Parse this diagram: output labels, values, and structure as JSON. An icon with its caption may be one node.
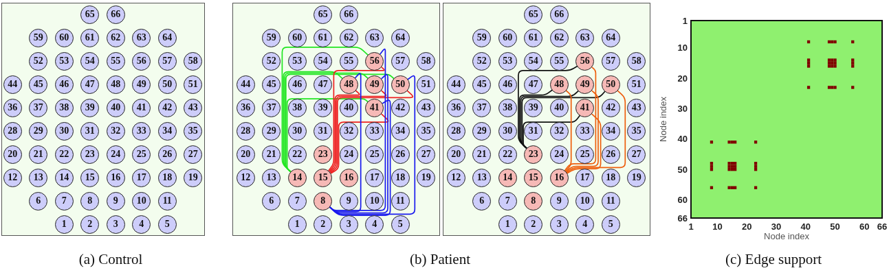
{
  "diagram": {
    "nodes": [
      {
        "text": [],
        "shape": "box"
      },
      {
        "text": [
          "65"
        ],
        "in": 0
      },
      {
        "text": [
          "66"
        ],
        "in": 0
      },
      {
        "text": [
          "59"
        ],
        "in": 0
      },
      {
        "text": [
          "60"
        ],
        "in": 0
      },
      {
        "text": [
          "61"
        ],
        "in": 0
      },
      {
        "text": [
          "62"
        ],
        "in": 0
      },
      {
        "text": [
          "63"
        ],
        "in": 0
      },
      {
        "text": [
          "64"
        ],
        "in": 0
      },
      {
        "text": [
          "52"
        ],
        "in": 0
      },
      {
        "text": [
          "53"
        ],
        "in": 0
      },
      {
        "text": [
          "54"
        ],
        "in": 0
      },
      {
        "text": [
          "55"
        ],
        "in": 0
      },
      {
        "text": [
          "56"
        ],
        "in": 0
      },
      {
        "text": [
          "57"
        ],
        "in": 0
      },
      {
        "text": [
          "58"
        ],
        "in": 0
      },
      {
        "text": [
          "44"
        ],
        "in": 0
      },
      {
        "text": [
          "45"
        ],
        "in": 0
      },
      {
        "text": [
          "46"
        ],
        "in": 0
      },
      {
        "text": [
          "47"
        ],
        "in": 0
      },
      {
        "text": [
          "48"
        ],
        "in": 0
      },
      {
        "text": [
          "49"
        ],
        "in": 0
      },
      {
        "text": [
          "50"
        ],
        "in": 0
      },
      {
        "text": [
          "51"
        ],
        "in": 0
      },
      {
        "text": [
          "36"
        ],
        "in": 0
      },
      {
        "text": [
          "37"
        ],
        "in": 0
      },
      {
        "text": [
          "38"
        ],
        "in": 0
      },
      {
        "text": [
          "39"
        ],
        "in": 0
      },
      {
        "text": [
          "40"
        ],
        "in": 0
      },
      {
        "text": [
          "41"
        ],
        "in": 0
      },
      {
        "text": [
          "42"
        ],
        "in": 0
      },
      {
        "text": [
          "43"
        ],
        "in": 0
      },
      {
        "text": [
          "28"
        ],
        "in": 0
      },
      {
        "text": [
          "29"
        ],
        "in": 0
      },
      {
        "text": [
          "30"
        ],
        "in": 0
      },
      {
        "text": [
          "31"
        ],
        "in": 0
      },
      {
        "text": [
          "32"
        ],
        "in": 0
      },
      {
        "text": [
          "33"
        ],
        "in": 0
      },
      {
        "text": [
          "34"
        ],
        "in": 0
      },
      {
        "text": [
          "35"
        ],
        "in": 0
      },
      {
        "text": [
          "20"
        ],
        "in": 0
      },
      {
        "text": [
          "21"
        ],
        "in": 0
      },
      {
        "text": [
          "22"
        ],
        "in": 0
      },
      {
        "text": [
          "23"
        ],
        "in": 0
      },
      {
        "text": [
          "24"
        ],
        "in": 0
      },
      {
        "text": [
          "25"
        ],
        "in": 0
      },
      {
        "text": [
          "26"
        ],
        "in": 0
      },
      {
        "text": [
          "27"
        ],
        "in": 0
      },
      {
        "text": [
          "12"
        ],
        "in": 0
      },
      {
        "text": [
          "13"
        ],
        "in": 0
      },
      {
        "text": [
          "14"
        ],
        "in": 0
      },
      {
        "text": [
          "15"
        ],
        "in": 0
      },
      {
        "text": [
          "16"
        ],
        "in": 0
      },
      {
        "text": [
          "17"
        ],
        "in": 0
      },
      {
        "text": [
          "18"
        ],
        "in": 0
      },
      {
        "text": [
          "19"
        ],
        "in": 0
      },
      {
        "text": [
          "6"
        ],
        "in": 0
      },
      {
        "text": [
          "7"
        ],
        "in": 0
      },
      {
        "text": [
          "8"
        ],
        "in": 0
      },
      {
        "text": [
          "9"
        ],
        "in": 0
      },
      {
        "text": [
          "10"
        ],
        "in": 0
      },
      {
        "text": [
          "11"
        ],
        "in": 0
      },
      {
        "text": [
          "1"
        ],
        "in": 0
      },
      {
        "text": [
          "2"
        ],
        "in": 0
      },
      {
        "text": [
          "3"
        ],
        "in": 0
      },
      {
        "text": [
          "4"
        ],
        "in": 0
      },
      {
        "text": [
          "5"
        ],
        "in": 0
      },
      {
        "text": [],
        "shape": "box"
      },
      {
        "text": [
          "65"
        ],
        "in": 67
      },
      {
        "text": [
          "66"
        ],
        "in": 67
      },
      {
        "text": [
          "59"
        ],
        "in": 67
      },
      {
        "text": [
          "60"
        ],
        "in": 67
      },
      {
        "text": [
          "61"
        ],
        "in": 67
      },
      {
        "text": [
          "62"
        ],
        "in": 67
      },
      {
        "text": [
          "63"
        ],
        "in": 67
      },
      {
        "text": [
          "64"
        ],
        "in": 67
      },
      {
        "text": [
          "52"
        ],
        "in": 67
      },
      {
        "text": [
          "53"
        ],
        "in": 67
      },
      {
        "text": [
          "54"
        ],
        "in": 67
      },
      {
        "text": [
          "55"
        ],
        "in": 67
      },
      {
        "text": [
          "56"
        ],
        "in": 67
      },
      {
        "text": [
          "57"
        ],
        "in": 67
      },
      {
        "text": [
          "58"
        ],
        "in": 67
      },
      {
        "text": [
          "44"
        ],
        "in": 67
      },
      {
        "text": [
          "45"
        ],
        "in": 67
      },
      {
        "text": [
          "46"
        ],
        "in": 67
      },
      {
        "text": [
          "47"
        ],
        "in": 67
      },
      {
        "text": [
          "48"
        ],
        "in": 67
      },
      {
        "text": [
          "49"
        ],
        "in": 67
      },
      {
        "text": [
          "50"
        ],
        "in": 67
      },
      {
        "text": [
          "51"
        ],
        "in": 67
      },
      {
        "text": [
          "36"
        ],
        "in": 67
      },
      {
        "text": [
          "37"
        ],
        "in": 67
      },
      {
        "text": [
          "38"
        ],
        "in": 67
      },
      {
        "text": [
          "39"
        ],
        "in": 67
      },
      {
        "text": [
          "40"
        ],
        "in": 67
      },
      {
        "text": [
          "41"
        ],
        "in": 67
      },
      {
        "text": [
          "42"
        ],
        "in": 67
      },
      {
        "text": [
          "43"
        ],
        "in": 67
      },
      {
        "text": [
          "28"
        ],
        "in": 67
      },
      {
        "text": [
          "29"
        ],
        "in": 67
      },
      {
        "text": [
          "30"
        ],
        "in": 67
      },
      {
        "text": [
          "31"
        ],
        "in": 67
      },
      {
        "text": [
          "32"
        ],
        "in": 67
      },
      {
        "text": [
          "33"
        ],
        "in": 67
      },
      {
        "text": [
          "34"
        ],
        "in": 67
      },
      {
        "text": [
          "35"
        ],
        "in": 67
      },
      {
        "text": [
          "20"
        ],
        "in": 67
      },
      {
        "text": [
          "21"
        ],
        "in": 67
      },
      {
        "text": [
          "22"
        ],
        "in": 67
      },
      {
        "text": [
          "23"
        ],
        "in": 67
      },
      {
        "text": [
          "24"
        ],
        "in": 67
      },
      {
        "text": [
          "25"
        ],
        "in": 67
      },
      {
        "text": [
          "26"
        ],
        "in": 67
      },
      {
        "text": [
          "27"
        ],
        "in": 67
      },
      {
        "text": [
          "12"
        ],
        "in": 67
      },
      {
        "text": [
          "13"
        ],
        "in": 67
      },
      {
        "text": [
          "14"
        ],
        "in": 67
      },
      {
        "text": [
          "15"
        ],
        "in": 67
      },
      {
        "text": [
          "16"
        ],
        "in": 67
      },
      {
        "text": [
          "17"
        ],
        "in": 67
      },
      {
        "text": [
          "18"
        ],
        "in": 67
      },
      {
        "text": [
          "19"
        ],
        "in": 67
      },
      {
        "text": [
          "6"
        ],
        "in": 67
      },
      {
        "text": [
          "7"
        ],
        "in": 67
      },
      {
        "text": [
          "8"
        ],
        "in": 67
      },
      {
        "text": [
          "9"
        ],
        "in": 67
      },
      {
        "text": [
          "10"
        ],
        "in": 67
      },
      {
        "text": [
          "11"
        ],
        "in": 67
      },
      {
        "text": [
          "1"
        ],
        "in": 67
      },
      {
        "text": [
          "2"
        ],
        "in": 67
      },
      {
        "text": [
          "3"
        ],
        "in": 67
      },
      {
        "text": [
          "4"
        ],
        "in": 67
      },
      {
        "text": [
          "5"
        ],
        "in": 67
      },
      {
        "text": [],
        "shape": "box"
      },
      {
        "text": [
          "65"
        ],
        "in": 134
      },
      {
        "text": [
          "66"
        ],
        "in": 134
      },
      {
        "text": [
          "59"
        ],
        "in": 134
      },
      {
        "text": [
          "60"
        ],
        "in": 134
      },
      {
        "text": [
          "61"
        ],
        "in": 134
      },
      {
        "text": [
          "62"
        ],
        "in": 134
      },
      {
        "text": [
          "63"
        ],
        "in": 134
      },
      {
        "text": [
          "64"
        ],
        "in": 134
      },
      {
        "text": [
          "52"
        ],
        "in": 134
      },
      {
        "text": [
          "53"
        ],
        "in": 134
      },
      {
        "text": [
          "54"
        ],
        "in": 134
      },
      {
        "text": [
          "55"
        ],
        "in": 134
      },
      {
        "text": [
          "56"
        ],
        "in": 134
      },
      {
        "text": [
          "57"
        ],
        "in": 134
      },
      {
        "text": [
          "58"
        ],
        "in": 134
      },
      {
        "text": [
          "44"
        ],
        "in": 134
      },
      {
        "text": [
          "45"
        ],
        "in": 134
      },
      {
        "text": [
          "46"
        ],
        "in": 134
      },
      {
        "text": [
          "47"
        ],
        "in": 134
      },
      {
        "text": [
          "48"
        ],
        "in": 134
      },
      {
        "text": [
          "49"
        ],
        "in": 134
      },
      {
        "text": [
          "50"
        ],
        "in": 134
      },
      {
        "text": [
          "51"
        ],
        "in": 134
      },
      {
        "text": [
          "36"
        ],
        "in": 134
      },
      {
        "text": [
          "37"
        ],
        "in": 134
      },
      {
        "text": [
          "38"
        ],
        "in": 134
      },
      {
        "text": [
          "39"
        ],
        "in": 134
      },
      {
        "text": [
          "40"
        ],
        "in": 134
      },
      {
        "text": [
          "41"
        ],
        "in": 134
      },
      {
        "text": [
          "42"
        ],
        "in": 134
      },
      {
        "text": [
          "43"
        ],
        "in": 134
      },
      {
        "text": [
          "28"
        ],
        "in": 134
      },
      {
        "text": [
          "29"
        ],
        "in": 134
      },
      {
        "text": [
          "30"
        ],
        "in": 134
      },
      {
        "text": [
          "31"
        ],
        "in": 134
      },
      {
        "text": [
          "32"
        ],
        "in": 134
      },
      {
        "text": [
          "33"
        ],
        "in": 134
      },
      {
        "text": [
          "34"
        ],
        "in": 134
      },
      {
        "text": [
          "35"
        ],
        "in": 134
      },
      {
        "text": [
          "20"
        ],
        "in": 134
      },
      {
        "text": [
          "21"
        ],
        "in": 134
      },
      {
        "text": [
          "22"
        ],
        "in": 134
      },
      {
        "text": [
          "23"
        ],
        "in": 134
      },
      {
        "text": [
          "24"
        ],
        "in": 134
      },
      {
        "text": [
          "25"
        ],
        "in": 134
      },
      {
        "text": [
          "26"
        ],
        "in": 134
      },
      {
        "text": [
          "27"
        ],
        "in": 134
      },
      {
        "text": [
          "12"
        ],
        "in": 134
      },
      {
        "text": [
          "13"
        ],
        "in": 134
      },
      {
        "text": [
          "14"
        ],
        "in": 134
      },
      {
        "text": [
          "15"
        ],
        "in": 134
      },
      {
        "text": [
          "16"
        ],
        "in": 134
      },
      {
        "text": [
          "17"
        ],
        "in": 134
      },
      {
        "text": [
          "18"
        ],
        "in": 134
      },
      {
        "text": [
          "19"
        ],
        "in": 134
      },
      {
        "text": [
          "6"
        ],
        "in": 134
      },
      {
        "text": [
          "7"
        ],
        "in": 134
      },
      {
        "text": [
          "8"
        ],
        "in": 134
      },
      {
        "text": [
          "9"
        ],
        "in": 134
      },
      {
        "text": [
          "10"
        ],
        "in": 134
      },
      {
        "text": [
          "11"
        ],
        "in": 134
      },
      {
        "text": [
          "1"
        ],
        "in": 134
      },
      {
        "text": [
          "2"
        ],
        "in": 134
      },
      {
        "text": [
          "3"
        ],
        "in": 134
      },
      {
        "text": [
          "4"
        ],
        "in": 134
      },
      {
        "text": [
          "5"
        ],
        "in": 134
      }
    ],
    "edges": [
      {
        "from": 117,
        "to": 80,
        "arrow": "none",
        "color": "#22e622"
      },
      {
        "from": 117,
        "to": 87,
        "arrow": "none",
        "color": "#22e622"
      },
      {
        "from": 117,
        "to": 88,
        "arrow": "none",
        "color": "#22e622"
      },
      {
        "from": 117,
        "to": 89,
        "arrow": "none",
        "color": "#22e622"
      },
      {
        "from": 117,
        "to": 96,
        "arrow": "none",
        "color": "#22e622"
      },
      {
        "from": 118,
        "to": 80,
        "arrow": "none",
        "color": "#ee2020"
      },
      {
        "from": 118,
        "to": 87,
        "arrow": "none",
        "color": "#ee2020"
      },
      {
        "from": 118,
        "to": 88,
        "arrow": "none",
        "color": "#ee2020"
      },
      {
        "from": 118,
        "to": 89,
        "arrow": "none",
        "color": "#ee2020"
      },
      {
        "from": 118,
        "to": 96,
        "arrow": "none",
        "color": "#ee2020"
      },
      {
        "from": 125,
        "to": 80,
        "arrow": "none",
        "color": "#1a1aee"
      },
      {
        "from": 125,
        "to": 87,
        "arrow": "none",
        "color": "#1a1aee"
      },
      {
        "from": 125,
        "to": 88,
        "arrow": "none",
        "color": "#1a1aee"
      },
      {
        "from": 125,
        "to": 89,
        "arrow": "none",
        "color": "#1a1aee"
      },
      {
        "from": 125,
        "to": 96,
        "arrow": "none",
        "color": "#1a1aee"
      },
      {
        "from": 177,
        "to": 147,
        "arrow": "none",
        "color": "#111111"
      },
      {
        "from": 177,
        "to": 154,
        "arrow": "none",
        "color": "#111111"
      },
      {
        "from": 177,
        "to": 155,
        "arrow": "none",
        "color": "#111111"
      },
      {
        "from": 177,
        "to": 156,
        "arrow": "none",
        "color": "#111111"
      },
      {
        "from": 177,
        "to": 163,
        "arrow": "none",
        "color": "#111111"
      },
      {
        "from": 186,
        "to": 147,
        "arrow": "none",
        "color": "#ee5f0e"
      },
      {
        "from": 186,
        "to": 154,
        "arrow": "none",
        "color": "#ee5f0e"
      },
      {
        "from": 186,
        "to": 155,
        "arrow": "none",
        "color": "#ee5f0e"
      },
      {
        "from": 186,
        "to": 156,
        "arrow": "none",
        "color": "#ee5f0e"
      },
      {
        "from": 186,
        "to": 163,
        "arrow": "none",
        "color": "#ee5f0e"
      }
    ],
    "labels": [
      "(a) Control",
      "(b) Patient",
      "(c) Edge support"
    ],
    "chart_data": {
      "type": "scatter",
      "xlabel": "Node index",
      "ylabel": "Node index",
      "x": [
        41,
        48,
        49,
        50,
        56,
        41,
        48,
        49,
        50,
        56,
        41,
        48,
        49,
        50,
        56,
        41,
        48,
        49,
        50,
        56,
        41,
        48,
        49,
        50,
        56,
        8,
        8,
        8,
        8,
        8,
        14,
        14,
        14,
        14,
        14,
        15,
        15,
        15,
        15,
        15,
        16,
        16,
        16,
        16,
        16,
        23,
        23,
        23,
        23,
        23
      ],
      "series": [
        {
          "color": "#800000",
          "values": [
            8,
            8,
            8,
            8,
            8,
            14,
            14,
            14,
            14,
            14,
            15,
            15,
            15,
            15,
            15,
            16,
            16,
            16,
            16,
            16,
            23,
            23,
            23,
            23,
            23,
            41,
            48,
            49,
            50,
            56,
            41,
            48,
            49,
            50,
            56,
            41,
            48,
            49,
            50,
            56,
            41,
            48,
            49,
            50,
            56,
            41,
            48,
            49,
            50,
            56
          ]
        }
      ],
      "xlim": [
        1,
        66
      ],
      "ylim": [
        66,
        1
      ],
      "xticks": [
        1,
        10,
        20,
        30,
        40,
        50,
        60,
        66
      ],
      "yticks": [
        1,
        10,
        20,
        30,
        40,
        50,
        60,
        66
      ]
    }
  }
}
